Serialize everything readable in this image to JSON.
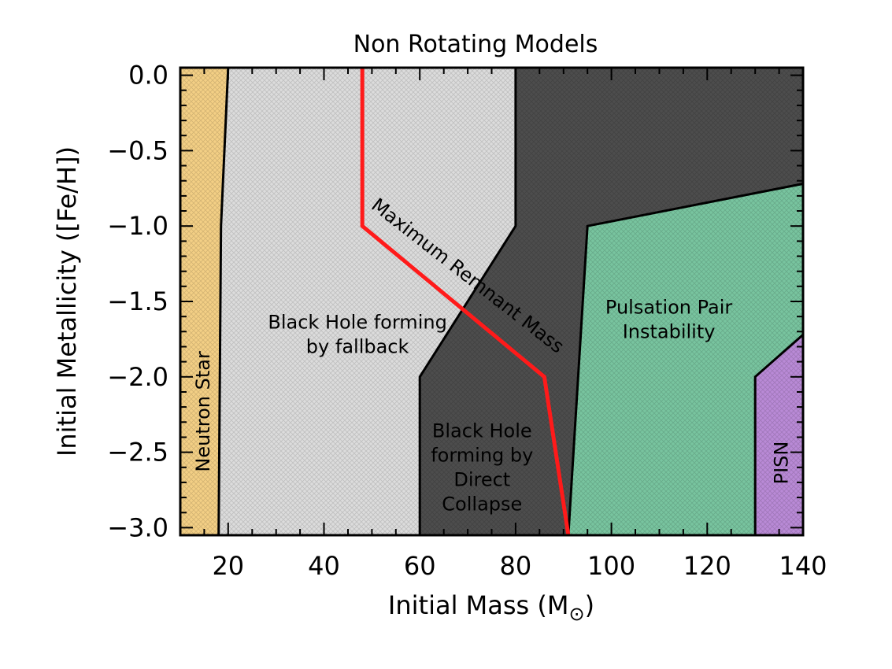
{
  "chart_data": {
    "type": "area",
    "title": "Non Rotating Models",
    "xlabel": "Initial Mass (M",
    "xlabel_symbol": "⊙",
    "xlabel_close": ")",
    "ylabel": "Initial Metallicity ([Fe/H])",
    "xlim": [
      10,
      140
    ],
    "ylim": [
      -3.05,
      0.05
    ],
    "x_ticks": [
      20,
      40,
      60,
      80,
      100,
      120,
      140
    ],
    "x_tick_labels": [
      "20",
      "40",
      "60",
      "80",
      "100",
      "120",
      "140"
    ],
    "y_ticks": [
      0.0,
      -0.5,
      -1.0,
      -1.5,
      -2.0,
      -2.5,
      -3.0
    ],
    "y_tick_labels": [
      "0.0",
      "−0.5",
      "−1.0",
      "−1.5",
      "−2.0",
      "−2.5",
      "−3.0"
    ],
    "grid": false,
    "regions": [
      {
        "label": "Neutron Star",
        "color": "#f3cf85",
        "polygon": [
          [
            10,
            0.05
          ],
          [
            20,
            0.05
          ],
          [
            18.5,
            -1.0
          ],
          [
            18,
            -3.05
          ],
          [
            10,
            -3.05
          ]
        ]
      },
      {
        "label": "Black Hole forming by fallback",
        "color": "#dcdcdc",
        "polygon": [
          [
            20,
            0.05
          ],
          [
            80,
            0.05
          ],
          [
            80,
            -1.0
          ],
          [
            60,
            -2.0
          ],
          [
            60,
            -3.05
          ],
          [
            18,
            -3.05
          ],
          [
            18.5,
            -1.0
          ]
        ]
      },
      {
        "label": "Black Hole forming by Direct Collapse",
        "color": "#4d4d4d",
        "polygon": [
          [
            80,
            0.05
          ],
          [
            140,
            0.05
          ],
          [
            140,
            -0.72
          ],
          [
            95,
            -1.0
          ],
          [
            91,
            -3.05
          ],
          [
            60,
            -3.05
          ],
          [
            60,
            -2.0
          ],
          [
            80,
            -1.0
          ]
        ]
      },
      {
        "label": "Pulsation Pair Instability",
        "color": "#78c49f",
        "polygon": [
          [
            95,
            -1.0
          ],
          [
            140,
            -0.72
          ],
          [
            140,
            -1.72
          ],
          [
            130,
            -2.0
          ],
          [
            130,
            -3.05
          ],
          [
            91,
            -3.05
          ]
        ]
      },
      {
        "label": "PISN",
        "color": "#b98ad6",
        "polygon": [
          [
            130,
            -2.0
          ],
          [
            140,
            -1.72
          ],
          [
            140,
            -3.05
          ],
          [
            130,
            -3.05
          ]
        ]
      }
    ],
    "boundaries": [
      [
        [
          20,
          0.05
        ],
        [
          18.5,
          -1.0
        ],
        [
          18,
          -3.05
        ]
      ],
      [
        [
          80,
          0.05
        ],
        [
          80,
          -1.0
        ],
        [
          60,
          -2.0
        ],
        [
          60,
          -3.05
        ]
      ],
      [
        [
          140,
          -0.72
        ],
        [
          95,
          -1.0
        ],
        [
          91,
          -3.05
        ]
      ],
      [
        [
          140,
          -1.72
        ],
        [
          130,
          -2.0
        ],
        [
          130,
          -3.05
        ]
      ]
    ],
    "series": [
      {
        "name": "Maximum Remnant Mass",
        "color": "#ff1a1a",
        "x": [
          48,
          48,
          86,
          91
        ],
        "y": [
          0.05,
          -1.0,
          -2.0,
          -3.05
        ]
      }
    ],
    "annotations": [
      {
        "id": "neutron-star",
        "lines": [
          "Neutron Star"
        ],
        "x": 14.8,
        "y": -2.23,
        "rotate": -90,
        "color": "#000000"
      },
      {
        "id": "bh-fallback",
        "lines": [
          "Black Hole forming",
          "by fallback"
        ],
        "x": 47,
        "y": -1.72,
        "rotate": 0,
        "color": "#000000"
      },
      {
        "id": "bh-direct",
        "lines": [
          "Black Hole",
          "forming by",
          "Direct",
          "Collapse"
        ],
        "x": 73,
        "y": -2.6,
        "rotate": 0,
        "color": "#ffff00"
      },
      {
        "id": "ppi",
        "lines": [
          "Pulsation Pair",
          "Instability"
        ],
        "x": 112,
        "y": -1.62,
        "rotate": 0,
        "color": "#000000"
      },
      {
        "id": "pisn",
        "lines": [
          "PISN"
        ],
        "x": 135.5,
        "y": -2.57,
        "rotate": -90,
        "color": "#000000"
      },
      {
        "id": "max-remnant",
        "lines": [
          "Maximum Remnant Mass"
        ],
        "x": 70,
        "y": -1.33,
        "rotate": 38,
        "color": "#ffff00"
      }
    ]
  }
}
